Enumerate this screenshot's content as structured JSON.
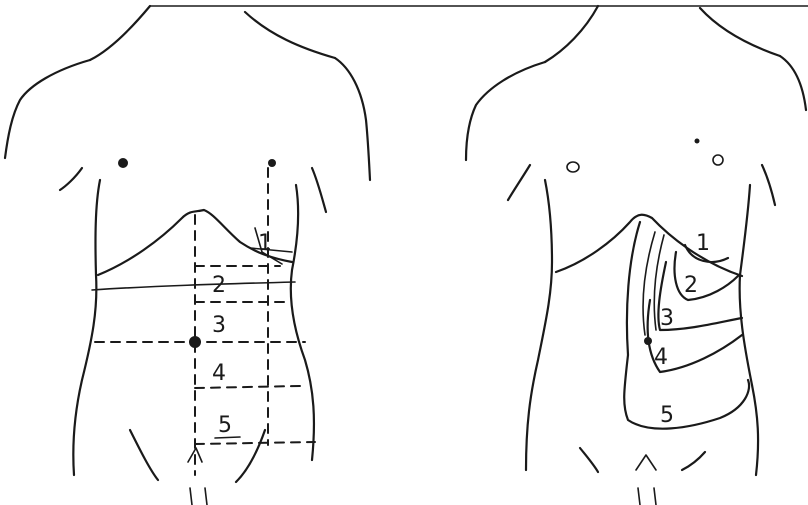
{
  "left_figure": {
    "region_labels": [
      "1",
      "2",
      "3",
      "4",
      "5"
    ]
  },
  "right_figure": {
    "region_labels": [
      "1",
      "2",
      "3",
      "4",
      "5"
    ]
  },
  "colors": {
    "ink": "#1a1a1a",
    "background": "#ffffff"
  }
}
